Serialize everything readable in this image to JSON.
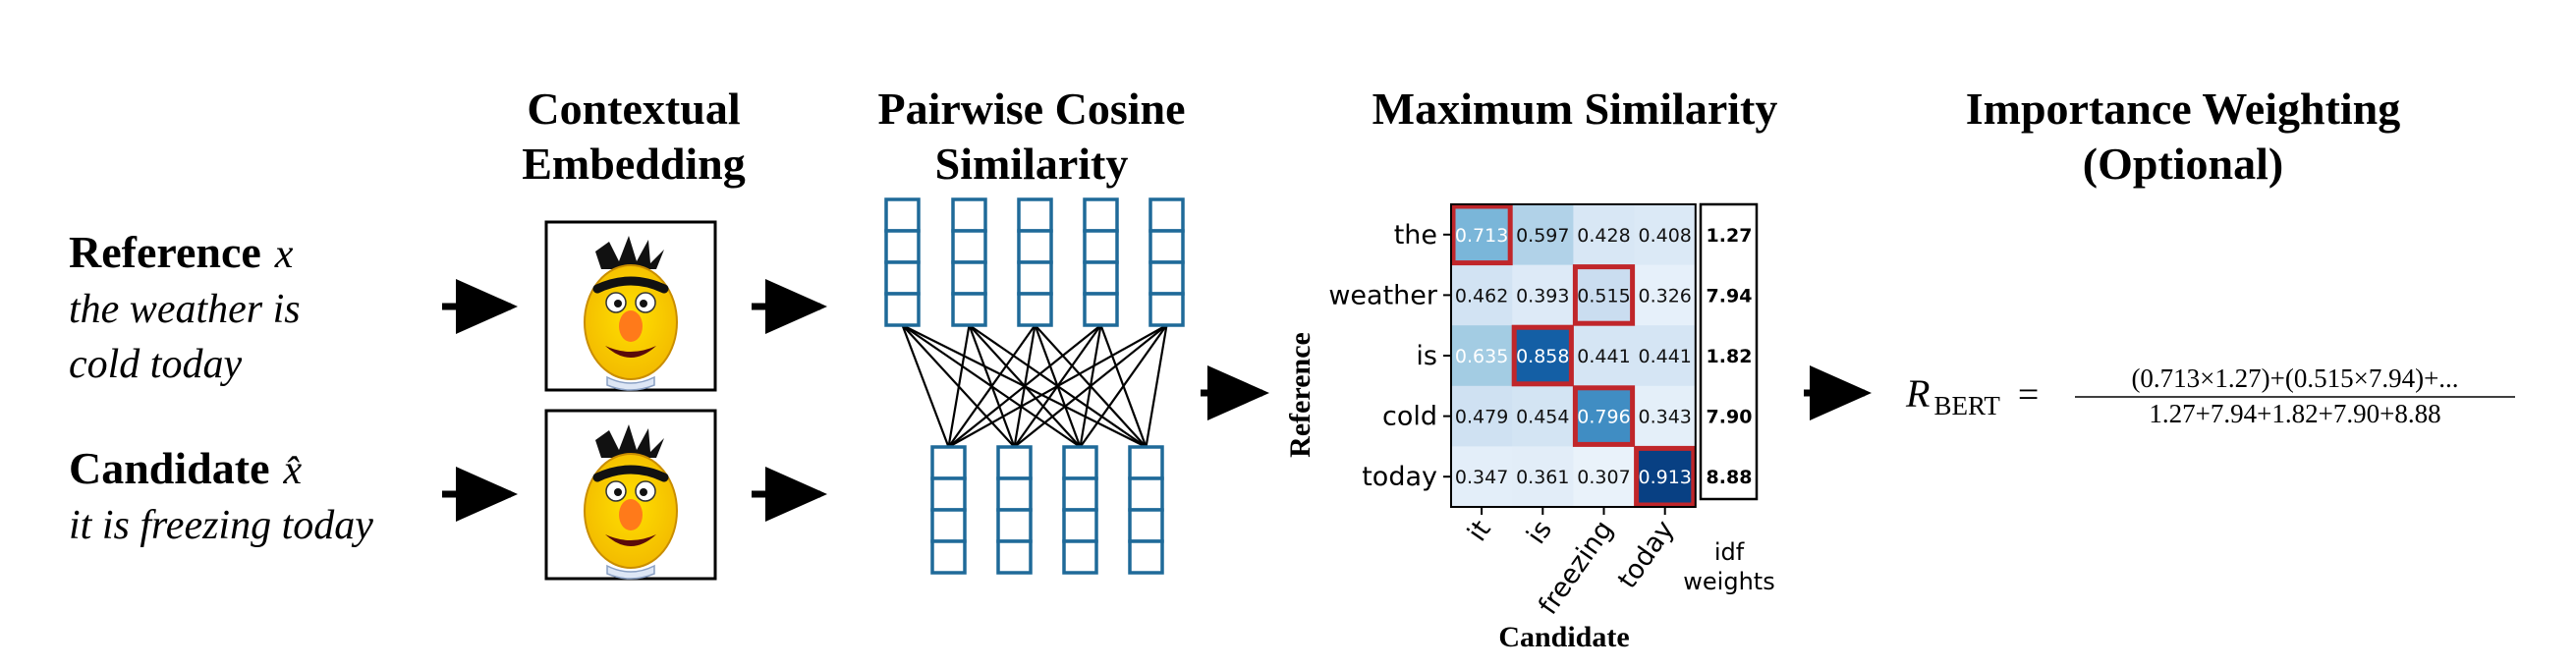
{
  "titles": {
    "contextual": [
      "Contextual",
      "Embedding"
    ],
    "pairwise": [
      "Pairwise Cosine",
      "Similarity"
    ],
    "maxsim": "Maximum Similarity",
    "importance": [
      "Importance Weighting",
      "(Optional)"
    ]
  },
  "reference": {
    "label": "Reference",
    "symbol": "x",
    "lines": [
      "the weather is",
      "cold today"
    ]
  },
  "candidate": {
    "label": "Candidate",
    "symbol": "x̂",
    "lines": [
      "it is freezing today"
    ]
  },
  "heatmap": {
    "rows": [
      "the",
      "weather",
      "is",
      "cold",
      "today"
    ],
    "cols": [
      "it",
      "is",
      "freezing",
      "today"
    ],
    "values": [
      [
        0.713,
        0.597,
        0.428,
        0.408
      ],
      [
        0.462,
        0.393,
        0.515,
        0.326
      ],
      [
        0.635,
        0.858,
        0.441,
        0.441
      ],
      [
        0.479,
        0.454,
        0.796,
        0.343
      ],
      [
        0.347,
        0.361,
        0.307,
        0.913
      ]
    ],
    "value_labels": [
      [
        "0.713",
        "0.597",
        "0.428",
        "0.408"
      ],
      [
        "0.462",
        "0.393",
        "0.515",
        "0.326"
      ],
      [
        "0.635",
        "0.858",
        "0.441",
        "0.441"
      ],
      [
        "0.479",
        "0.454",
        "0.796",
        "0.343"
      ],
      [
        "0.347",
        "0.361",
        "0.307",
        "0.913"
      ]
    ],
    "max_col_per_row": [
      0,
      2,
      1,
      2,
      3
    ],
    "ylabel": "Reference",
    "xlabel": "Candidate",
    "idf_weights": [
      "1.27",
      "7.94",
      "1.82",
      "7.90",
      "8.88"
    ],
    "idf_label": [
      "idf",
      "weights"
    ],
    "colors": {
      "low": "#f7fbff",
      "high": "#08306b",
      "highlight": "#c0262a"
    }
  },
  "formula": {
    "lhs": "R",
    "subscript": "BERT",
    "equals": "=",
    "numerator": "(0.713×1.27)+(0.515×7.94)+...",
    "denominator": "1.27+7.94+1.82+7.90+8.88"
  },
  "colors": {
    "embedding_box": "#1f6a99",
    "arrow": "#000000"
  }
}
